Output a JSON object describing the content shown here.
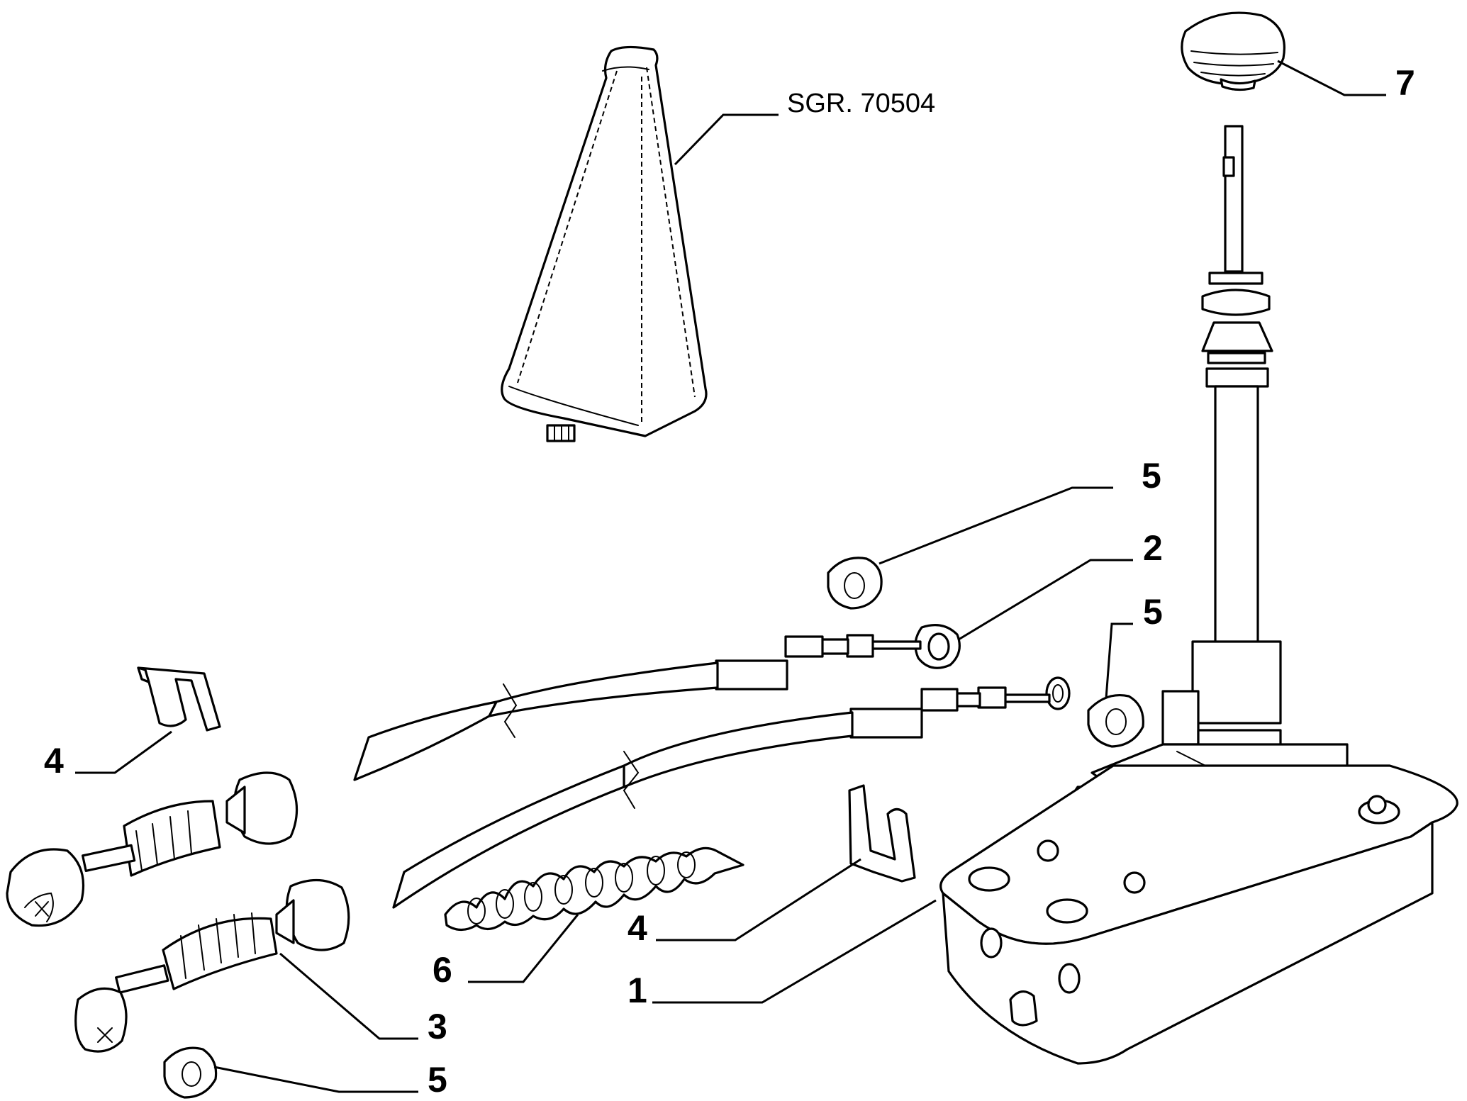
{
  "diagram": {
    "reference_label": "SGR. 70504",
    "callouts": {
      "item_1": "1",
      "item_2": "2",
      "item_3": "3",
      "item_4_left": "4",
      "item_4_center": "4",
      "item_5_top": "5",
      "item_5_mid": "5",
      "item_5_bottom": "5",
      "item_6": "6",
      "item_7": "7"
    }
  }
}
